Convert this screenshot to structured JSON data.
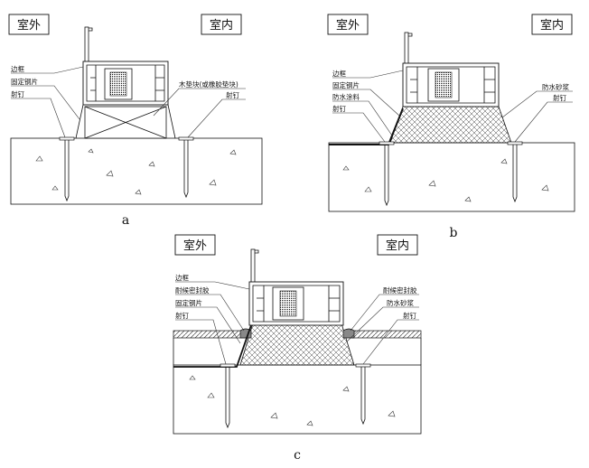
{
  "diagrams": [
    {
      "id": "a",
      "caption": "a",
      "exterior_label": "室外",
      "interior_label": "室内",
      "callouts_left": [
        "边框",
        "固定钢片",
        "射钉"
      ],
      "callouts_right": [
        "木垫块(或橡胶垫块)",
        "射钉"
      ]
    },
    {
      "id": "b",
      "caption": "b",
      "exterior_label": "室外",
      "interior_label": "室内",
      "callouts_left": [
        "边框",
        "固定钢片",
        "防水涂料",
        "射钉"
      ],
      "callouts_right": [
        "防水砂浆",
        "射钉"
      ]
    },
    {
      "id": "c",
      "caption": "c",
      "exterior_label": "室外",
      "interior_label": "室内",
      "callouts_left": [
        "边框",
        "耐候密封胶",
        "固定钢片",
        "射钉"
      ],
      "callouts_right": [
        "耐候密封胶",
        "防水砂浆",
        "射钉"
      ]
    }
  ]
}
